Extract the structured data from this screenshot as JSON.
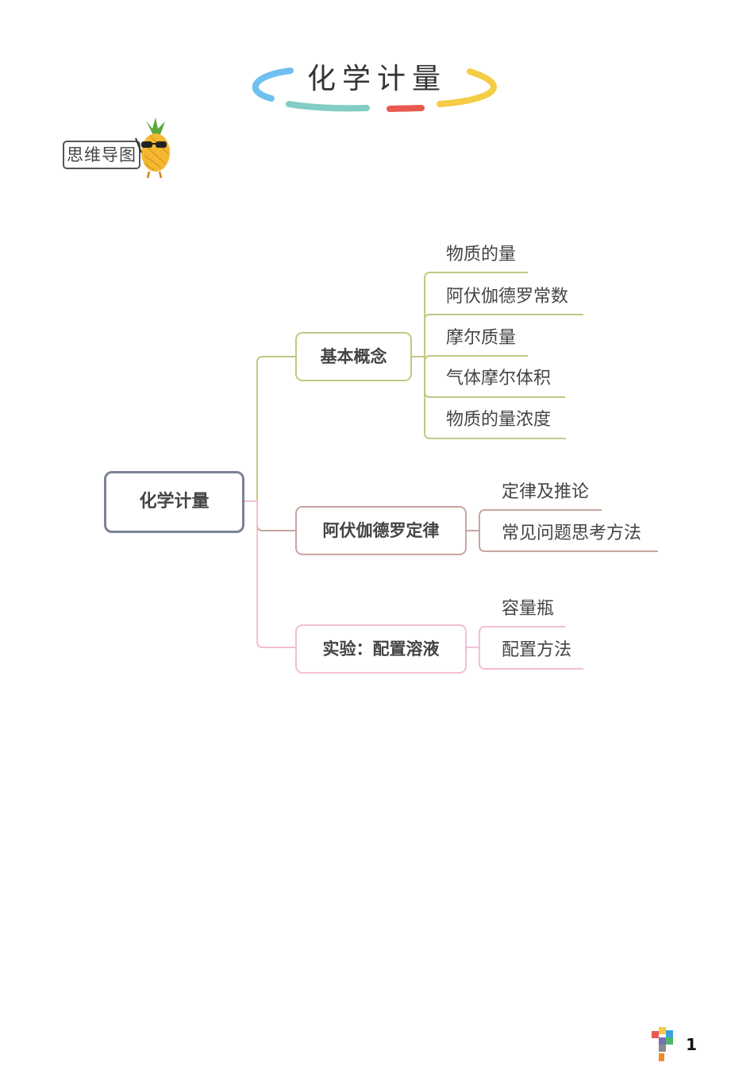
{
  "header": {
    "title": "化学计量",
    "tag": "思维导图"
  },
  "mindmap": {
    "root": "化学计量",
    "branches": [
      {
        "label": "基本概念",
        "color": "#c3c783",
        "children": [
          "物质的量",
          "阿伏伽德罗常数",
          "摩尔质量",
          "气体摩尔体积",
          "物质的量浓度"
        ]
      },
      {
        "label": "阿伏伽德罗定律",
        "color": "#c6a6a0",
        "children": [
          "定律及推论",
          "常见问题思考方法"
        ]
      },
      {
        "label": "实验：配置溶液",
        "color": "#f4bed8",
        "children": [
          "容量瓶",
          "配置方法"
        ]
      }
    ]
  },
  "footer": {
    "page_number": "1"
  },
  "colors": {
    "root_border": "#7a8296",
    "arc_blue": "#6ec0ee",
    "arc_teal": "#82cdc6",
    "arc_red": "#e85a4f",
    "arc_yellow": "#f4cc45"
  }
}
